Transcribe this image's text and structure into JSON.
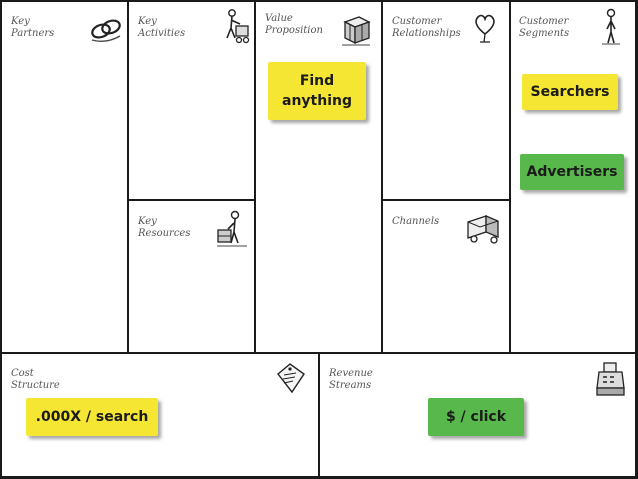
{
  "colors": {
    "yellow": "#f5e634",
    "green": "#58b84c",
    "line": "#1a1a1a"
  },
  "blocks": {
    "key_partners": {
      "line1": "Key",
      "line2": "Partners",
      "icon": "chain-link-icon"
    },
    "key_activities": {
      "line1": "Key",
      "line2": "Activities",
      "icon": "person-pushing-cart-icon"
    },
    "value_proposition": {
      "line1": "Value",
      "line2": "Proposition",
      "icon": "gift-box-icon"
    },
    "customer_relationships": {
      "line1": "Customer",
      "line2": "Relationships",
      "icon": "heart-icon"
    },
    "customer_segments": {
      "line1": "Customer",
      "line2": "Segments",
      "icon": "person-standing-icon"
    },
    "key_resources": {
      "line1": "Key",
      "line2": "Resources",
      "icon": "person-with-crate-icon"
    },
    "channels": {
      "line1": "Channels",
      "icon": "delivery-truck-icon"
    },
    "cost_structure": {
      "line1": "Cost",
      "line2": "Structure",
      "icon": "price-tag-icon"
    },
    "revenue_streams": {
      "line1": "Revenue",
      "line2": "Streams",
      "icon": "cash-register-icon"
    }
  },
  "notes": {
    "find_anything": {
      "line1": "Find",
      "line2": "anything",
      "color": "yellow"
    },
    "searchers": {
      "text": "Searchers",
      "color": "yellow"
    },
    "advertisers": {
      "text": "Advertisers",
      "color": "green"
    },
    "cost_per_search": {
      "text": ".000X / search",
      "color": "yellow"
    },
    "per_click": {
      "text": "$ / click",
      "color": "green"
    }
  }
}
